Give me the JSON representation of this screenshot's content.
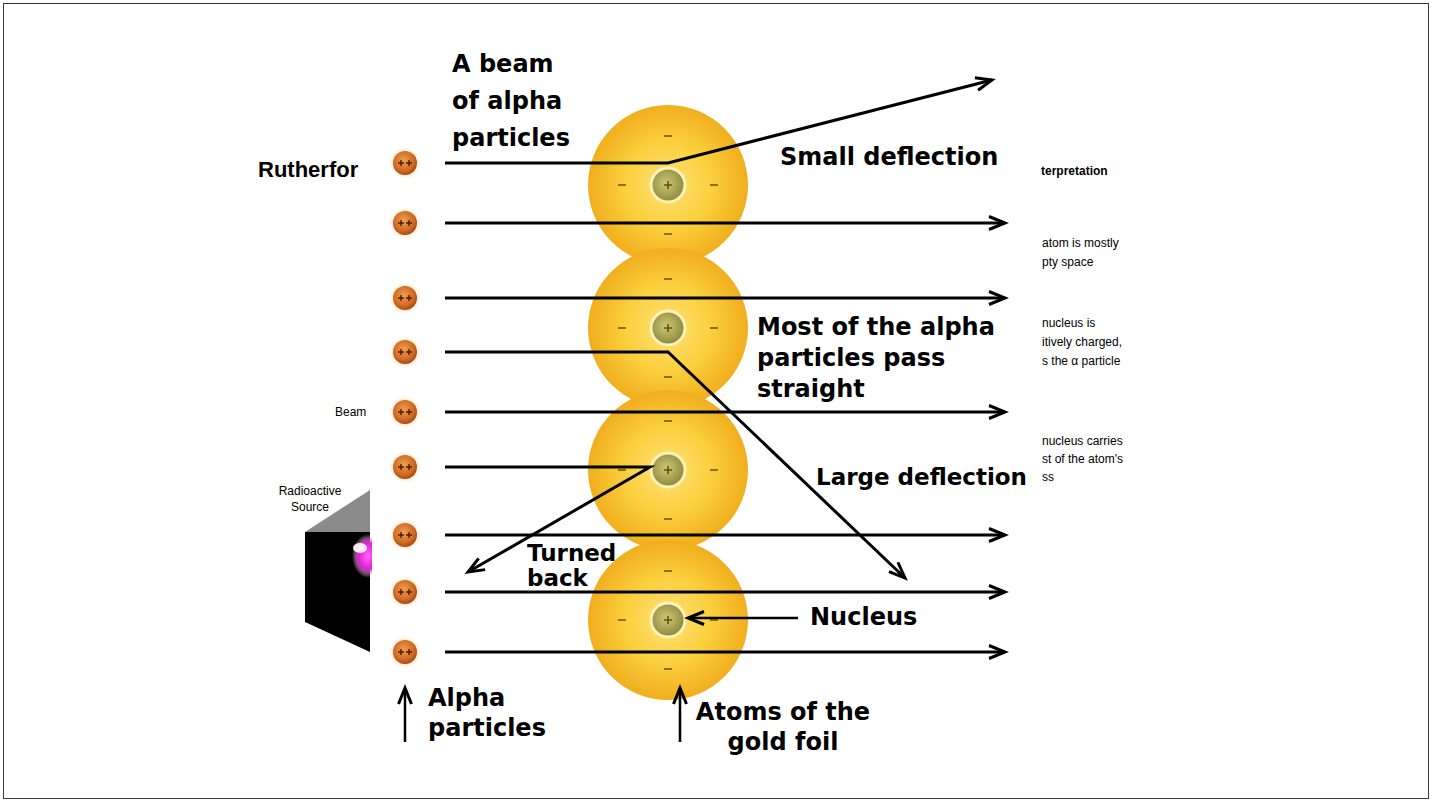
{
  "diagram": {
    "title": "Rutherfor",
    "labels": [
      "terpretation",
      "atom is mostly pty space",
      "nucleus is itively charged, s the α particle",
      "nucleus carries st of the atom's ss",
      "Beam",
      "Radioactive Source",
      "A beam of alpha particles",
      "Small deflection",
      "Most of the alpha particles pass straight",
      "Large deflection",
      "Turned back",
      "Nucleus",
      "Alpha particles",
      "Atoms of the gold foil"
    ]
  }
}
